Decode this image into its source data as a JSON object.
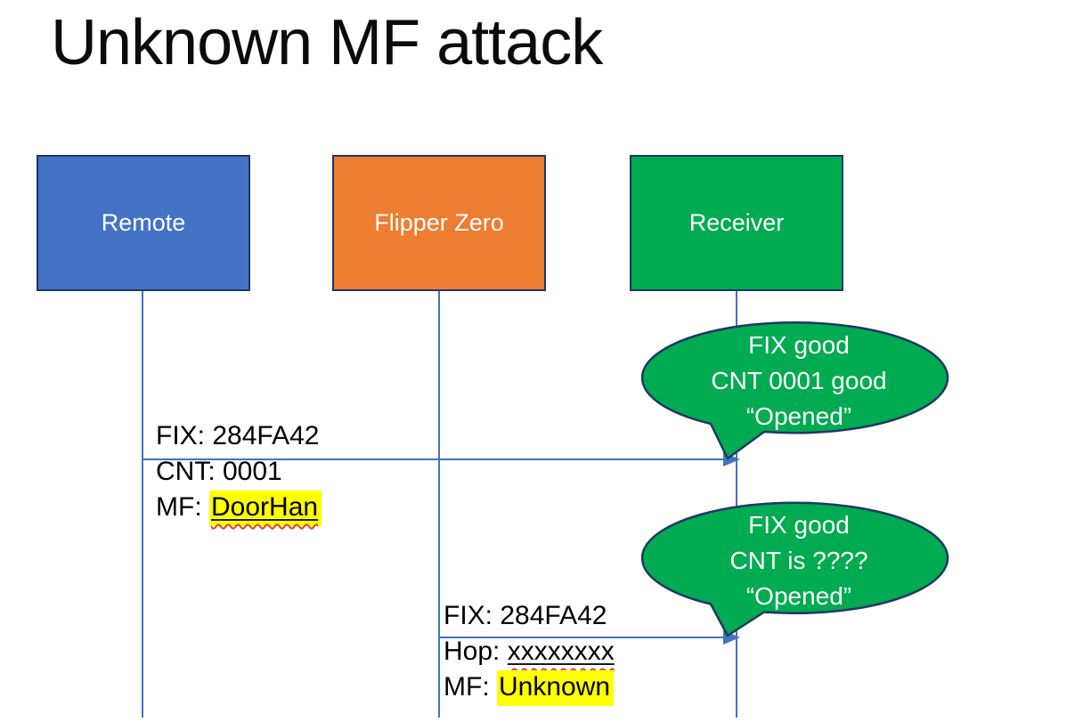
{
  "slide": {
    "title": "Unknown MF attack"
  },
  "actors": [
    {
      "name": "remote",
      "label": "Remote",
      "fill": "#4472C4"
    },
    {
      "name": "flipper-zero",
      "label": "Flipper Zero",
      "fill": "#ED7D31"
    },
    {
      "name": "receiver",
      "label": "Receiver",
      "fill": "#00AB51"
    }
  ],
  "messages": [
    {
      "from": "Remote",
      "to": "Receiver",
      "l1": "FIX: 284FA42",
      "l2": "CNT: 0001",
      "l3_prefix": "MF: ",
      "l3_value": "DoorHan",
      "l3_highlighted": true,
      "l3_spellcheck_squiggle": true
    },
    {
      "from": "Flipper Zero",
      "to": "Receiver",
      "l1": "FIX: 284FA42",
      "l2_prefix": "Hop: ",
      "l2_value": "xxxxxxxx",
      "l2_spellcheck_squiggle": true,
      "l3_prefix": "MF: ",
      "l3_value": "Unknown",
      "l3_highlighted": true
    }
  ],
  "callouts": [
    {
      "speaker": "Receiver",
      "l1": "FIX good",
      "l2": "CNT 0001 good",
      "l3": "“Opened”"
    },
    {
      "speaker": "Receiver",
      "l1": "FIX good",
      "l2": "CNT is ????",
      "l3": "“Opened”"
    }
  ],
  "colors": {
    "remote_fill": "#4472C4",
    "flipper_fill": "#ED7D31",
    "receiver_fill": "#00AB51",
    "box_border": "#1F3864",
    "line_blue": "#4472C4",
    "bubble_fill": "#00AB51",
    "bubble_border": "#1F3864",
    "highlight_yellow": "#FFFF00",
    "squiggle_red": "#E0432F",
    "title_text": "#0B0B0B",
    "label_text": "#000000",
    "box_label_text": "#FFFFFF"
  }
}
